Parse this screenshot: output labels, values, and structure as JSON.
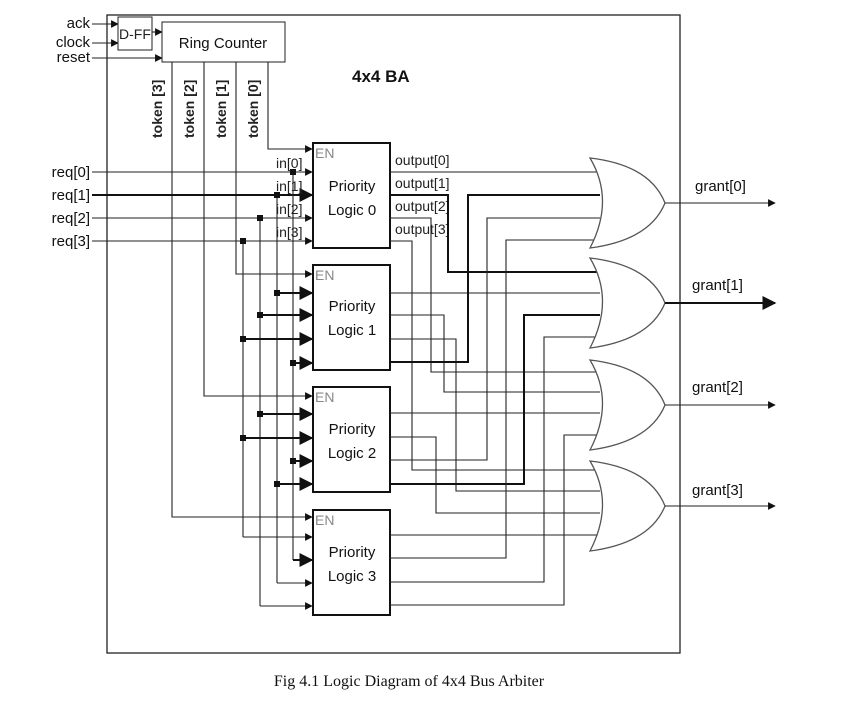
{
  "diagram": {
    "title": "4x4 BA",
    "caption": "Fig 4.1 Logic Diagram of 4x4 Bus Arbiter",
    "control_inputs": [
      "ack",
      "clock",
      "reset"
    ],
    "dff_label": "D-FF",
    "ring_counter_label": "Ring Counter",
    "tokens": [
      "token [3]",
      "token [2]",
      "token [1]",
      "token [0]"
    ],
    "requests": [
      "req[0]",
      "req[1]",
      "req[2]",
      "req[3]"
    ],
    "en_label": "EN",
    "block_line1": "Priority",
    "blocks": [
      "Logic 0",
      "Logic 1",
      "Logic 2",
      "Logic 3"
    ],
    "block0_inputs": [
      "in[0]",
      "in[1]",
      "in[2]",
      "in[3]"
    ],
    "block0_outputs": [
      "output[0]",
      "output[1]",
      "output[2]",
      "output[3]"
    ],
    "grants": [
      "grant[0]",
      "grant[1]",
      "grant[2]",
      "grant[3]"
    ],
    "gate_type": "OR"
  }
}
